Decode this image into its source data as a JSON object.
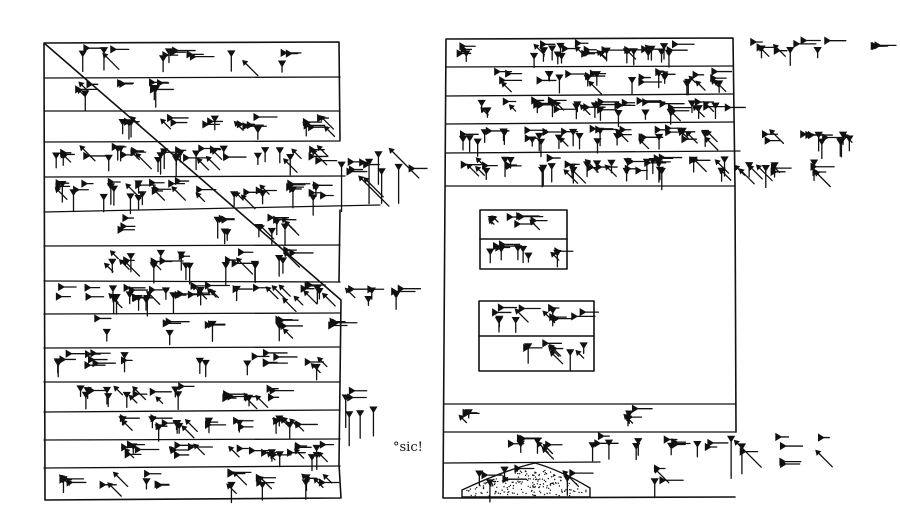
{
  "figure": {
    "type": "cuneiform tablet hand-copy",
    "faces": [
      "obverse",
      "reverse"
    ],
    "ink_color": "#111111",
    "background_color": "#ffffff",
    "left_face_ruled_lines": 14,
    "right_face_upper_lines": 5,
    "right_face_seal_impressions": 2,
    "right_face_lower_lines": 3
  },
  "annotations": {
    "sic_note": "°sic!"
  }
}
